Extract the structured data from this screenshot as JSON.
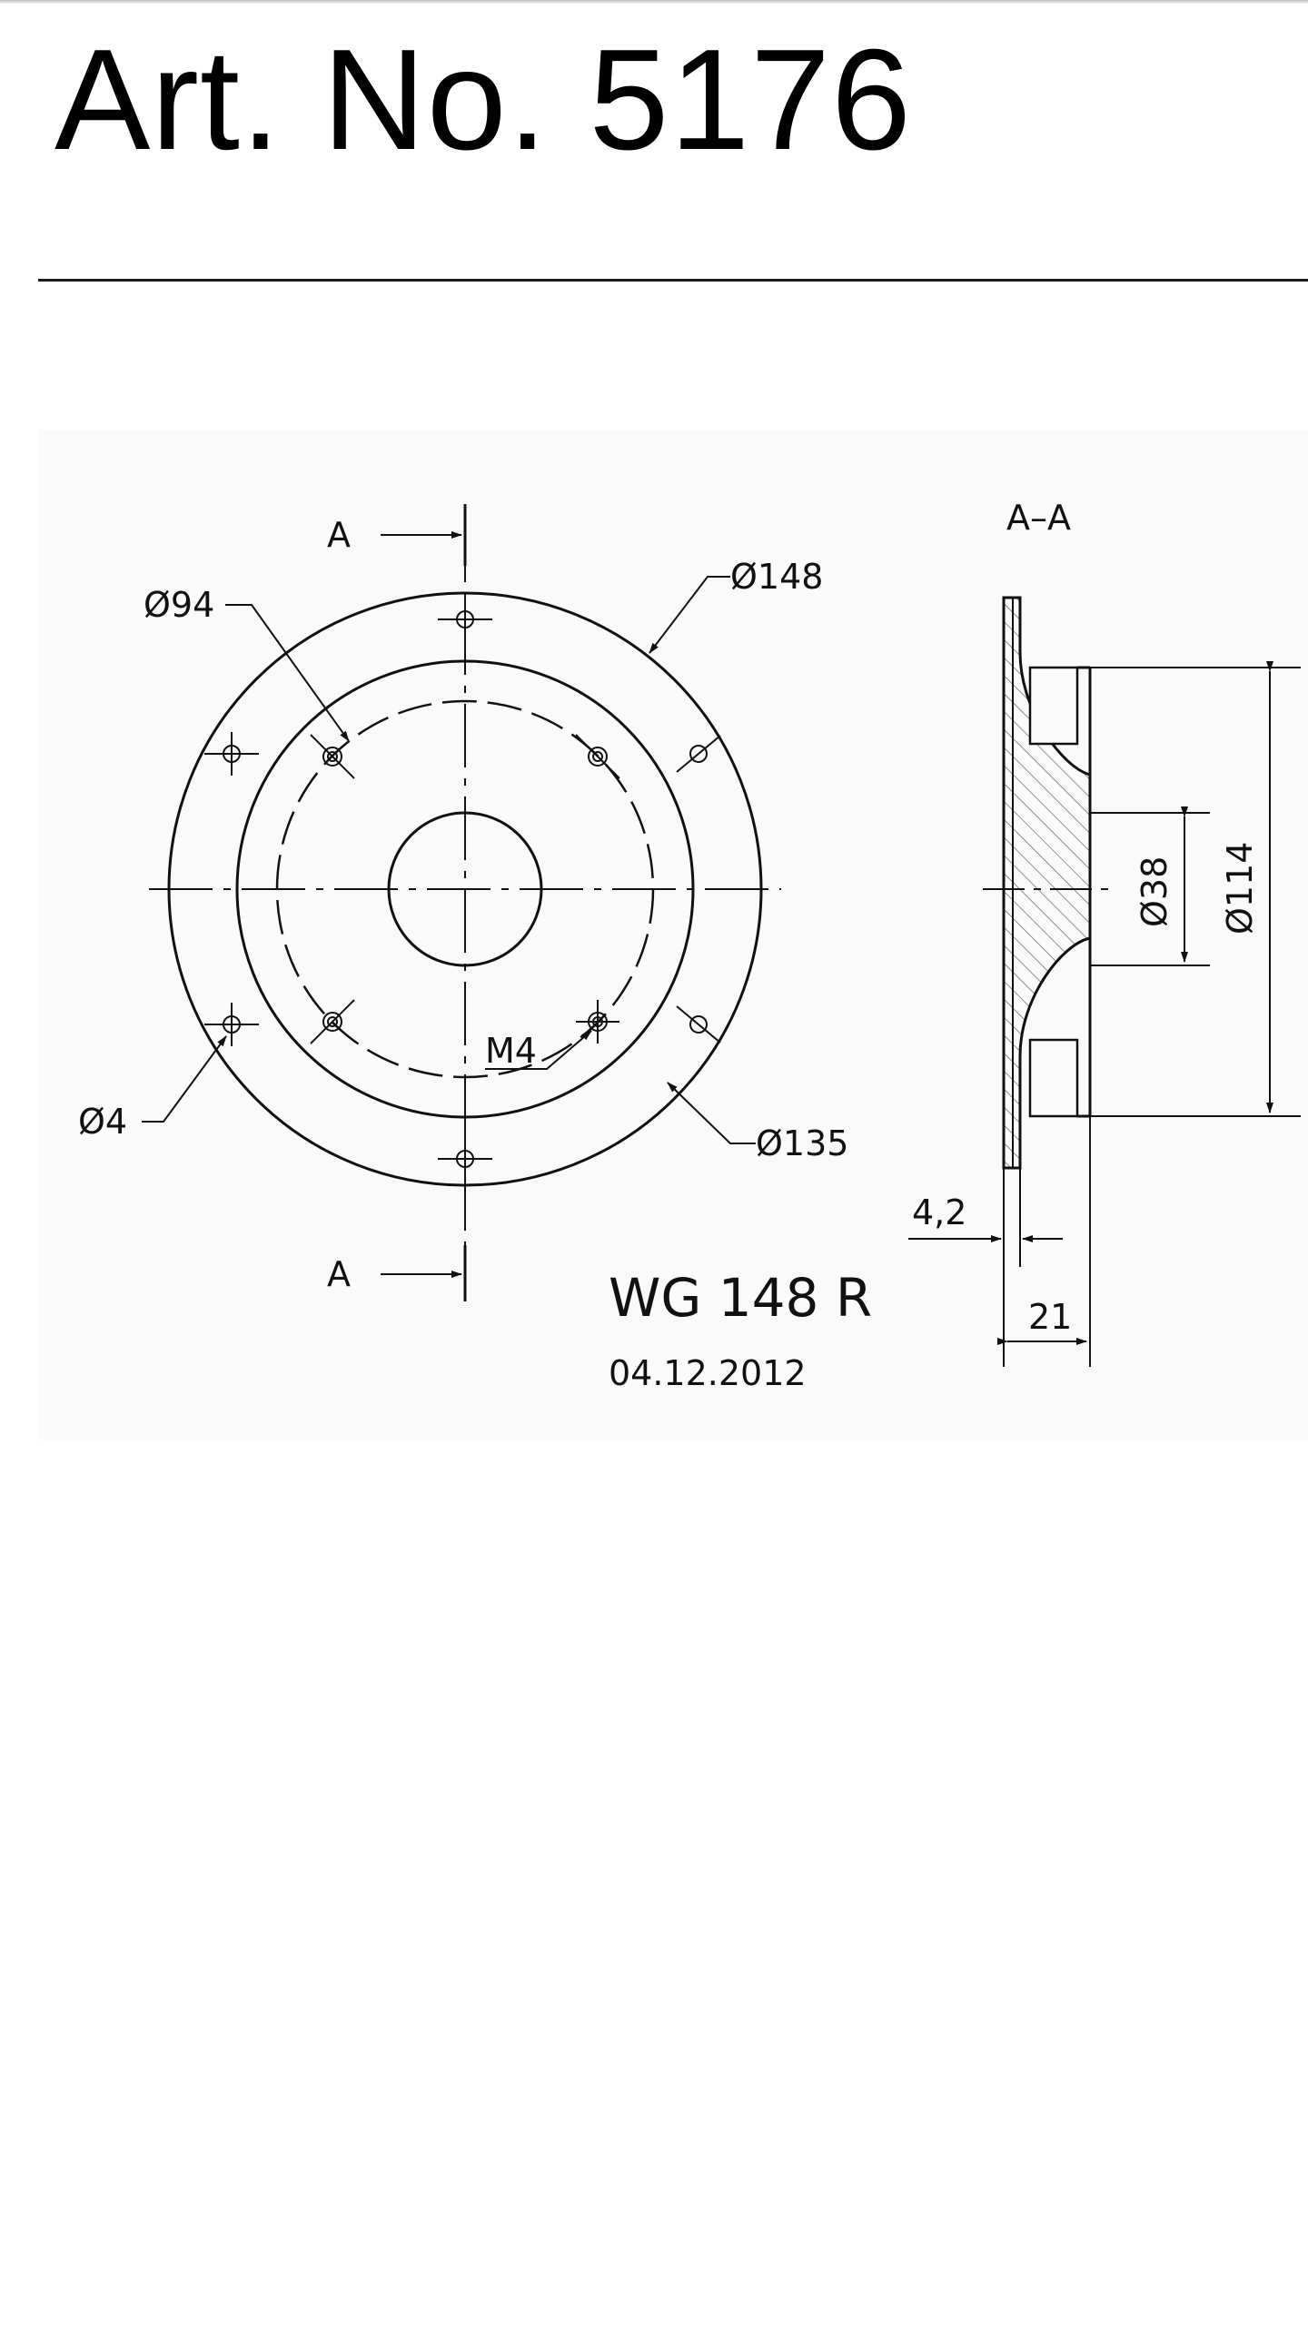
{
  "header": {
    "title": "Art. No. 5176"
  },
  "drawing": {
    "section_mark_top": "A",
    "section_mark_bottom": "A",
    "section_view_label": "A–A",
    "dim_outer": "Ø148",
    "dim_ring": "Ø94",
    "dim_hole": "Ø4",
    "dim_thread": "M4",
    "dim_bolt_circle": "Ø135",
    "dim_bore": "Ø38",
    "dim_body": "Ø114",
    "dim_flange": "4,2",
    "dim_depth": "21",
    "model": "WG 148 R",
    "date": "04.12.2012"
  },
  "colors": {
    "ink": "#111111",
    "paper": "#fafafa",
    "background": "#ffffff"
  }
}
